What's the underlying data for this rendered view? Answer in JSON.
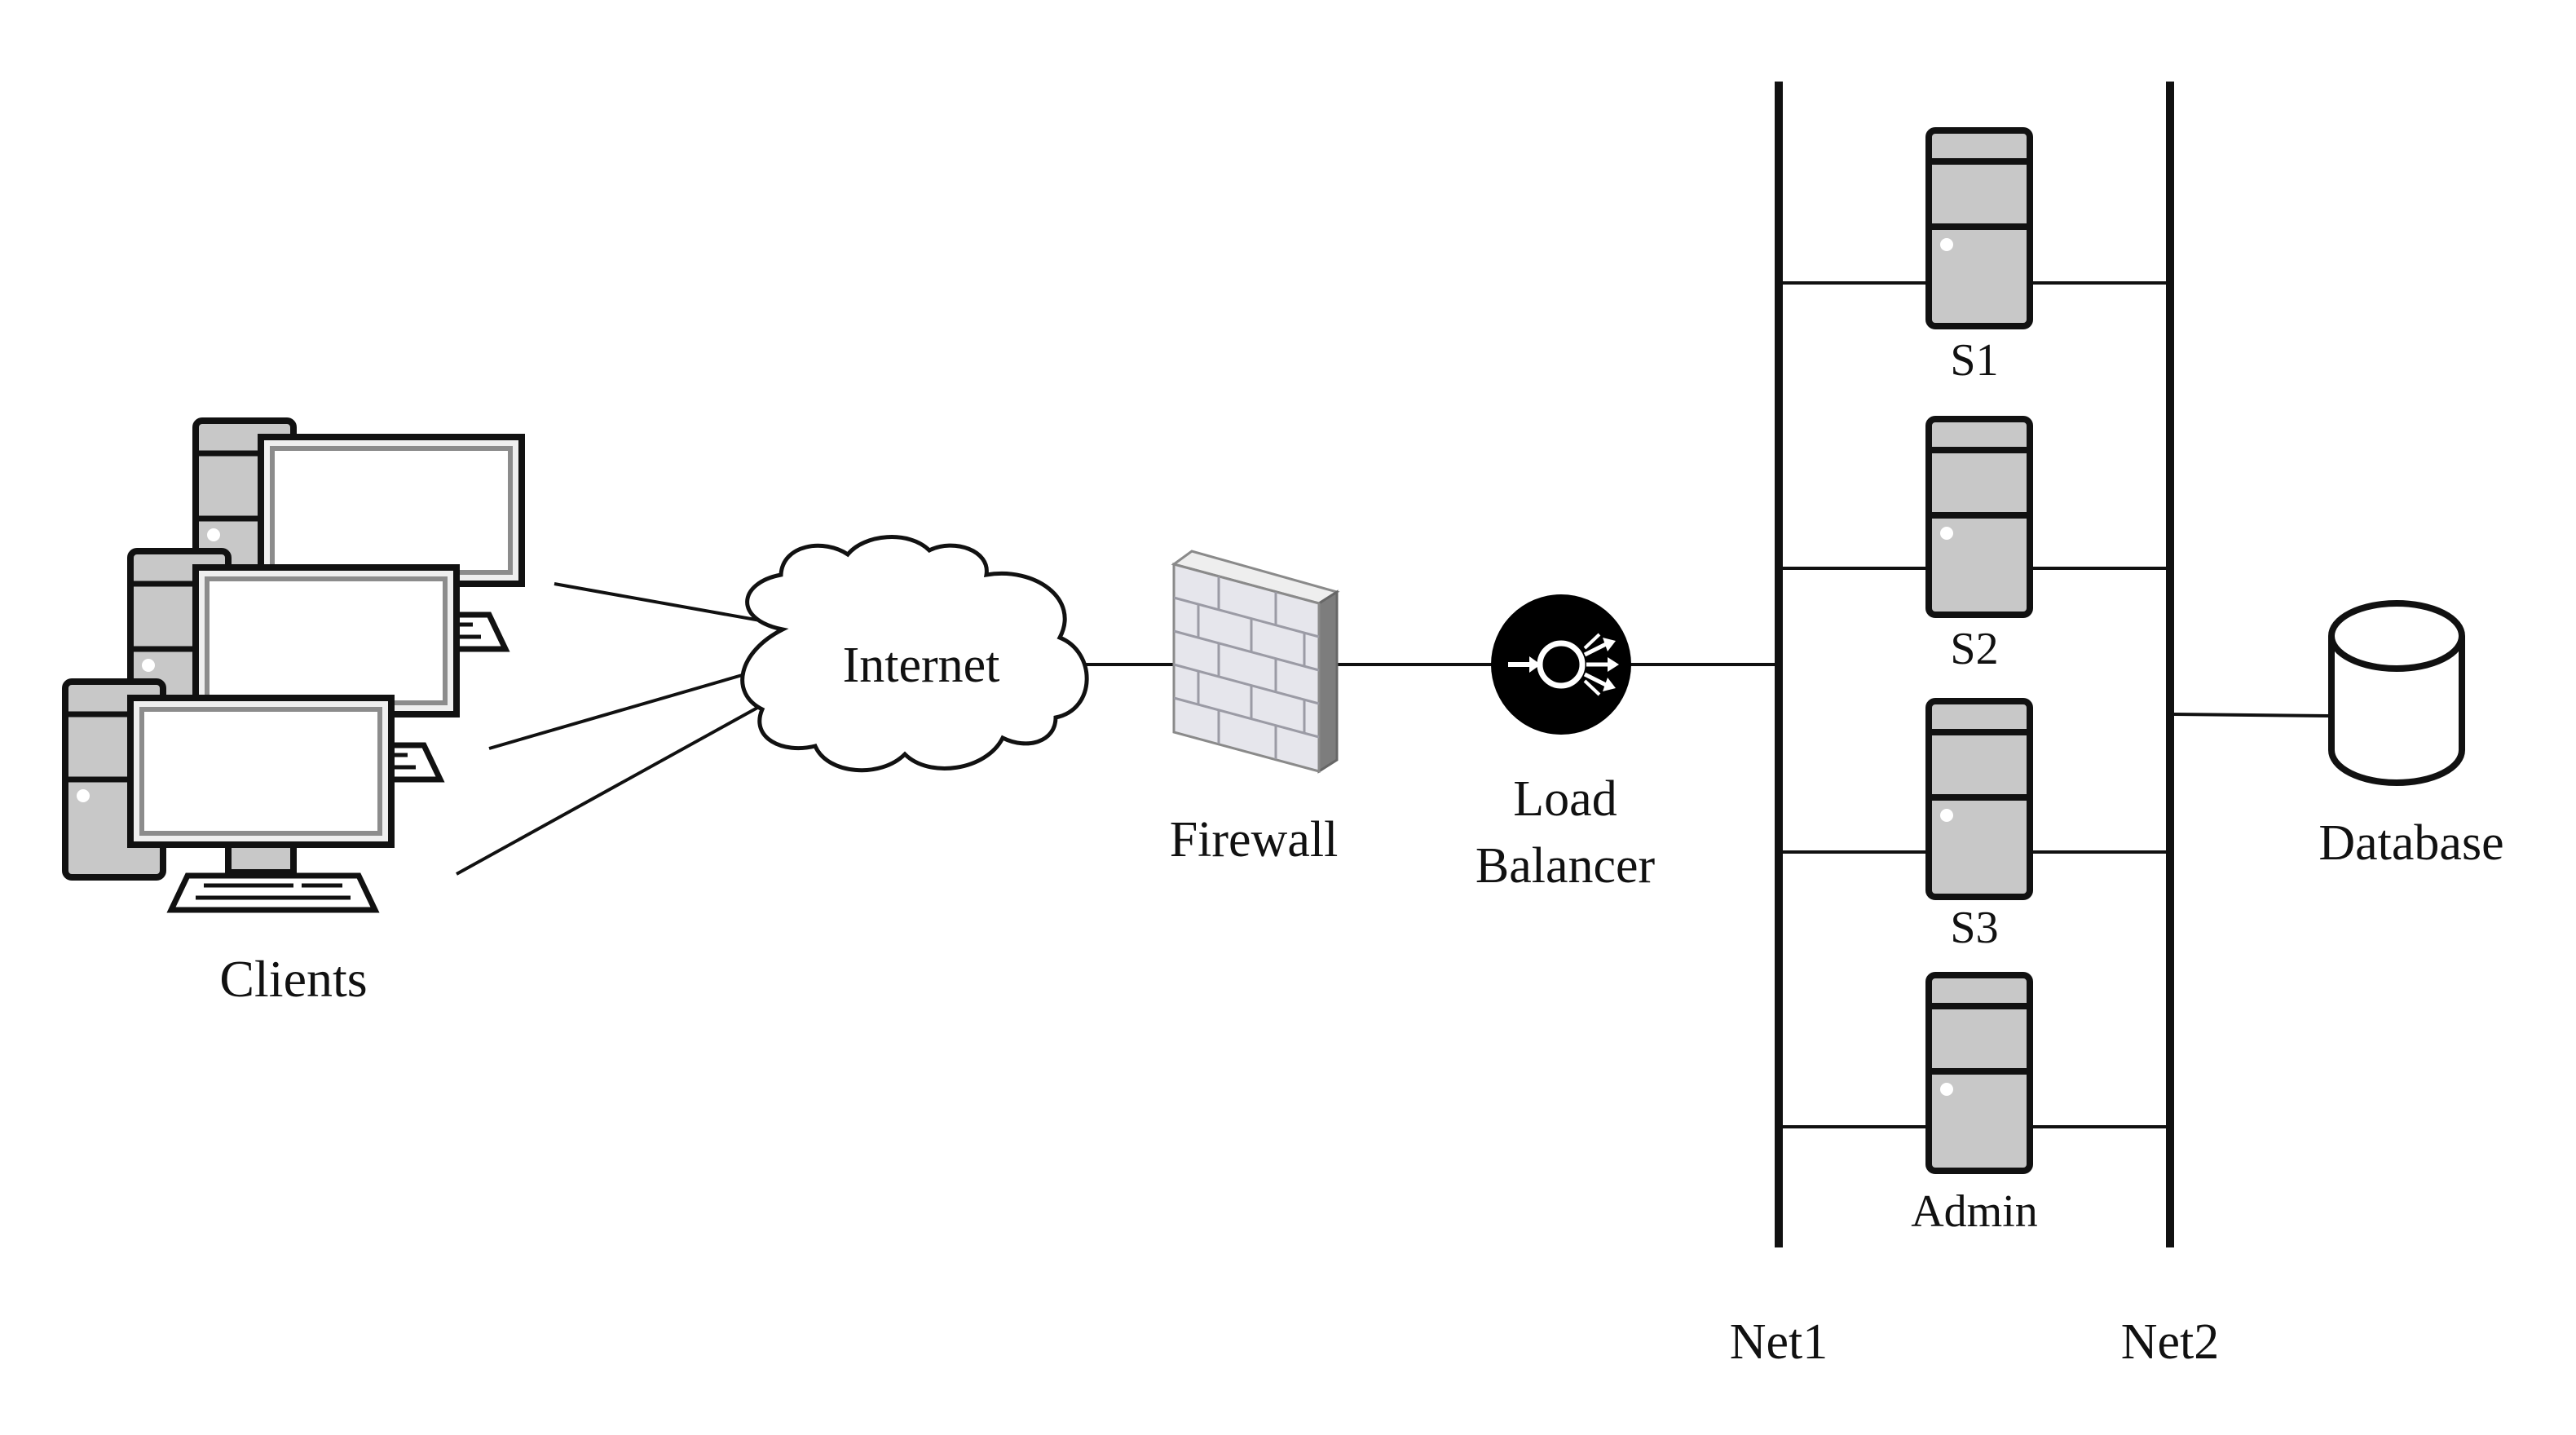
{
  "nodes": {
    "clients": {
      "label": "Clients"
    },
    "internet": {
      "label": "Internet"
    },
    "firewall": {
      "label": "Firewall"
    },
    "load_balancer": {
      "label_line1": "Load",
      "label_line2": "Balancer"
    },
    "servers": [
      {
        "label": "S1"
      },
      {
        "label": "S2"
      },
      {
        "label": "S3"
      },
      {
        "label": "Admin"
      }
    ],
    "database": {
      "label": "Database"
    }
  },
  "networks": [
    {
      "label": "Net1"
    },
    {
      "label": "Net2"
    }
  ],
  "icons": {
    "client": "desktop-computer-icon",
    "internet": "cloud-icon",
    "firewall": "brick-wall-icon",
    "load_balancer": "load-balancer-icon",
    "server": "server-tower-icon",
    "database": "database-cylinder-icon"
  },
  "colors": {
    "line": "#111111",
    "device_fill": "#c8c8c8",
    "lb_fill": "#000000"
  }
}
